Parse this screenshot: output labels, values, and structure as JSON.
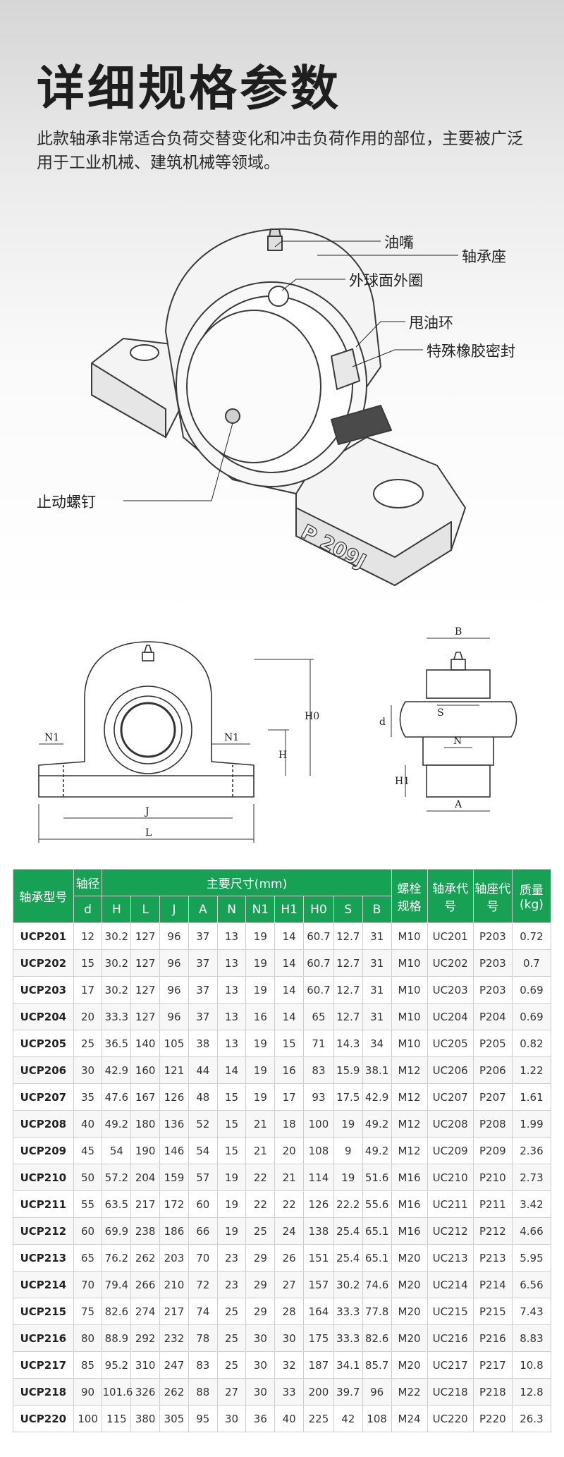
{
  "title": "详细规格参数",
  "description": "此款轴承非常适合负荷交替变化和冲击负荷作用的部位，主要被广泛用于工业机械、建筑机械等领域。",
  "diagram_labels": {
    "grease_nipple": "油嘴",
    "housing": "轴承座",
    "outer_ring": "外球面外圈",
    "flinger": "甩油环",
    "rubber_seal": "特殊橡胶密封",
    "set_screw": "止动螺钉",
    "casting_mark": "P 209J"
  },
  "dimension_labels": {
    "N1_left": "N1",
    "N1_right": "N1",
    "H": "H",
    "H0": "H0",
    "J": "J",
    "L": "L",
    "B": "B",
    "S": "S",
    "d": "d",
    "N": "N",
    "H1": "H1",
    "A": "A"
  },
  "table": {
    "headers": {
      "model": "轴承型号",
      "shaft": "轴径",
      "main_dims": "主要尺寸(mm)",
      "bolt": "螺栓规格",
      "bearing_code": "轴承代号",
      "housing_code": "轴座代号",
      "mass": "质量(kg)",
      "sub": [
        "d",
        "H",
        "L",
        "J",
        "A",
        "N",
        "N1",
        "H1",
        "H0",
        "S",
        "B"
      ]
    },
    "rows": [
      [
        "UCP201",
        "12",
        "30.2",
        "127",
        "96",
        "37",
        "13",
        "19",
        "14",
        "60.7",
        "12.7",
        "31",
        "M10",
        "UC201",
        "P203",
        "0.72"
      ],
      [
        "UCP202",
        "15",
        "30.2",
        "127",
        "96",
        "37",
        "13",
        "19",
        "14",
        "60.7",
        "12.7",
        "31",
        "M10",
        "UC202",
        "P203",
        "0.7"
      ],
      [
        "UCP203",
        "17",
        "30.2",
        "127",
        "96",
        "37",
        "13",
        "19",
        "14",
        "60.7",
        "12.7",
        "31",
        "M10",
        "UC203",
        "P203",
        "0.69"
      ],
      [
        "UCP204",
        "20",
        "33.3",
        "127",
        "96",
        "37",
        "13",
        "16",
        "14",
        "65",
        "12.7",
        "31",
        "M10",
        "UC204",
        "P204",
        "0.69"
      ],
      [
        "UCP205",
        "25",
        "36.5",
        "140",
        "105",
        "38",
        "13",
        "19",
        "15",
        "71",
        "14.3",
        "34",
        "M10",
        "UC205",
        "P205",
        "0.82"
      ],
      [
        "UCP206",
        "30",
        "42.9",
        "160",
        "121",
        "44",
        "14",
        "19",
        "16",
        "83",
        "15.9",
        "38.1",
        "M12",
        "UC206",
        "P206",
        "1.22"
      ],
      [
        "UCP207",
        "35",
        "47.6",
        "167",
        "126",
        "48",
        "15",
        "19",
        "17",
        "93",
        "17.5",
        "42.9",
        "M12",
        "UC207",
        "P207",
        "1.61"
      ],
      [
        "UCP208",
        "40",
        "49.2",
        "180",
        "136",
        "52",
        "15",
        "21",
        "18",
        "100",
        "19",
        "49.2",
        "M12",
        "UC208",
        "P208",
        "1.99"
      ],
      [
        "UCP209",
        "45",
        "54",
        "190",
        "146",
        "54",
        "15",
        "21",
        "20",
        "108",
        "9",
        "49.2",
        "M12",
        "UC209",
        "P209",
        "2.36"
      ],
      [
        "UCP210",
        "50",
        "57.2",
        "204",
        "159",
        "57",
        "19",
        "22",
        "21",
        "114",
        "19",
        "51.6",
        "M16",
        "UC210",
        "P210",
        "2.73"
      ],
      [
        "UCP211",
        "55",
        "63.5",
        "217",
        "172",
        "60",
        "19",
        "22",
        "22",
        "126",
        "22.2",
        "55.6",
        "M16",
        "UC211",
        "P211",
        "3.42"
      ],
      [
        "UCP212",
        "60",
        "69.9",
        "238",
        "186",
        "66",
        "19",
        "25",
        "24",
        "138",
        "25.4",
        "65.1",
        "M16",
        "UC212",
        "P212",
        "4.66"
      ],
      [
        "UCP213",
        "65",
        "76.2",
        "262",
        "203",
        "70",
        "23",
        "29",
        "26",
        "151",
        "25.4",
        "65.1",
        "M20",
        "UC213",
        "P213",
        "5.95"
      ],
      [
        "UCP214",
        "70",
        "79.4",
        "266",
        "210",
        "72",
        "23",
        "29",
        "27",
        "157",
        "30.2",
        "74.6",
        "M20",
        "UC214",
        "P214",
        "6.56"
      ],
      [
        "UCP215",
        "75",
        "82.6",
        "274",
        "217",
        "74",
        "25",
        "29",
        "28",
        "164",
        "33.3",
        "77.8",
        "M20",
        "UC215",
        "P215",
        "7.43"
      ],
      [
        "UCP216",
        "80",
        "88.9",
        "292",
        "232",
        "78",
        "25",
        "30",
        "30",
        "175",
        "33.3",
        "82.6",
        "M20",
        "UC216",
        "P216",
        "8.83"
      ],
      [
        "UCP217",
        "85",
        "95.2",
        "310",
        "247",
        "83",
        "25",
        "30",
        "32",
        "187",
        "34.1",
        "85.7",
        "M20",
        "UC217",
        "P217",
        "10.8"
      ],
      [
        "UCP218",
        "90",
        "101.6",
        "326",
        "262",
        "88",
        "27",
        "30",
        "33",
        "200",
        "39.7",
        "96",
        "M22",
        "UC218",
        "P218",
        "12.8"
      ],
      [
        "UCP220",
        "100",
        "115",
        "380",
        "305",
        "95",
        "30",
        "36",
        "40",
        "225",
        "42",
        "108",
        "M24",
        "UC220",
        "P220",
        "26.3"
      ]
    ]
  }
}
